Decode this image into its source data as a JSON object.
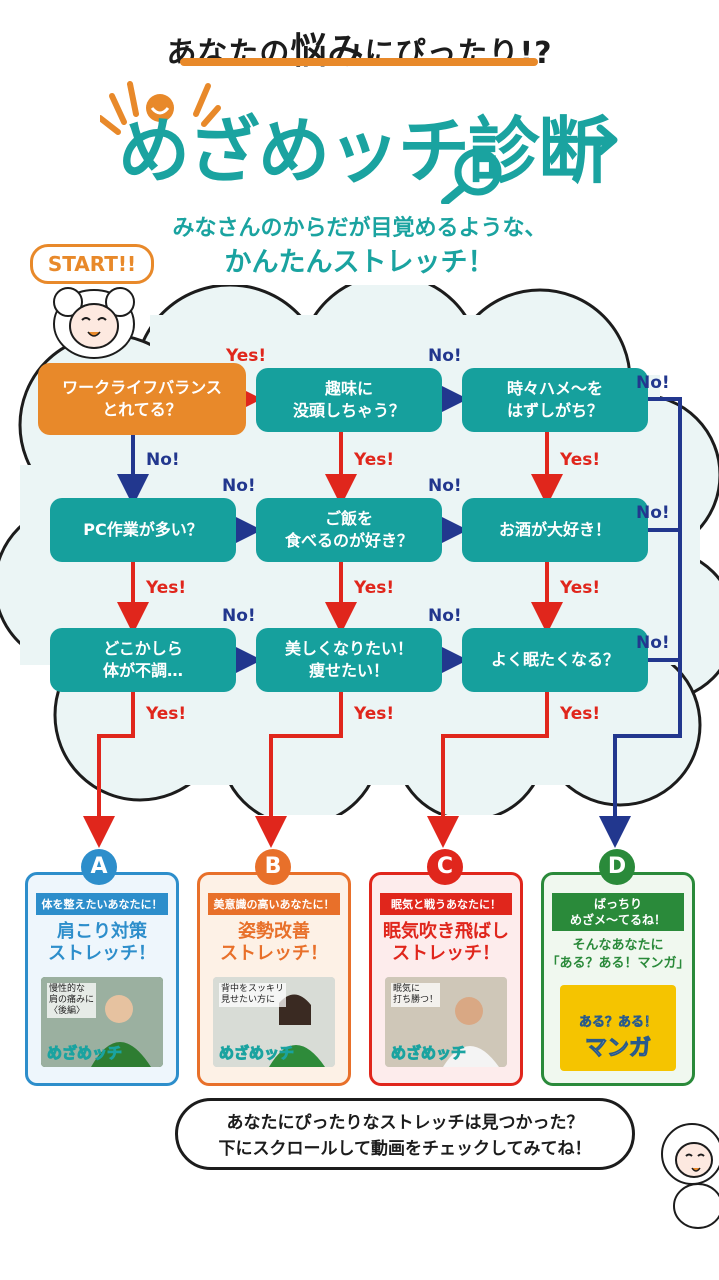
{
  "header": {
    "headline_pre": "あなたの",
    "headline_em": "悩み",
    "headline_post": "にぴったり!?",
    "logo_text": "めざめッチ診断",
    "subtitle_line1": "みなさんのからだが目覚めるような、",
    "subtitle_line2": "かんたんストレッチ！",
    "start_label": "START!!"
  },
  "flow": {
    "nodes": {
      "n1": {
        "line1": "ワークライフバランス",
        "line2": "とれてる？"
      },
      "n2": {
        "line1": "趣味に",
        "line2": "没頭しちゃう？"
      },
      "n3": {
        "line1": "時々ハメ〜を",
        "line2": "はずしがち？"
      },
      "n4": {
        "line1": "PC作業が多い？",
        "line2": ""
      },
      "n5": {
        "line1": "ご飯を",
        "line2": "食べるのが好き？"
      },
      "n6": {
        "line1": "お酒が大好き！",
        "line2": ""
      },
      "n7": {
        "line1": "どこかしら",
        "line2": "体が不調…"
      },
      "n8": {
        "line1": "美しくなりたい！",
        "line2": "痩せたい！"
      },
      "n9": {
        "line1": "よく眠たくなる？",
        "line2": ""
      }
    },
    "yes_label": "Yes!",
    "no_label": "No!",
    "colors": {
      "node": "#16a09d",
      "start": "#e8892a",
      "yes": "#e0261c",
      "no": "#22378e",
      "cloud_fill": "#ebf5f5"
    }
  },
  "results": [
    {
      "letter": "A",
      "banner": "体を整えたいあなたに！",
      "title1": "肩こり対策",
      "title2": "ストレッチ！",
      "thumb_caption1": "慢性的な",
      "thumb_caption2": "肩の痛みに",
      "thumb_caption3": "〈後編〉",
      "watermark": "めざめッチ",
      "color": "#2d8ecb"
    },
    {
      "letter": "B",
      "banner": "美意識の高いあなたに！",
      "title1": "姿勢改善",
      "title2": "ストレッチ！",
      "thumb_caption1": "背中をスッキリ",
      "thumb_caption2": "見せたい方に",
      "thumb_caption3": "",
      "watermark": "めざめッチ",
      "color": "#e8702a"
    },
    {
      "letter": "C",
      "banner": "眠気と戦うあなたに！",
      "title1": "眠気吹き飛ばし",
      "title2": "ストレッチ！",
      "thumb_caption1": "眠気に",
      "thumb_caption2": "打ち勝つ！",
      "thumb_caption3": "",
      "watermark": "めざめッチ",
      "color": "#e0261c"
    },
    {
      "letter": "D",
      "banner_line1": "ばっちり",
      "banner_line2": "めざメ〜てるね！",
      "title1": "そんなあなたに",
      "title2": "「ある？ある！マンガ」",
      "manga_line1": "ある？ある！",
      "manga_line2": "マンガ",
      "color": "#2a8a3a"
    }
  ],
  "footer": {
    "line1": "あなたにぴったりなストレッチは見つかった？",
    "line2": "下にスクロールして動画をチェックしてみてね！"
  }
}
